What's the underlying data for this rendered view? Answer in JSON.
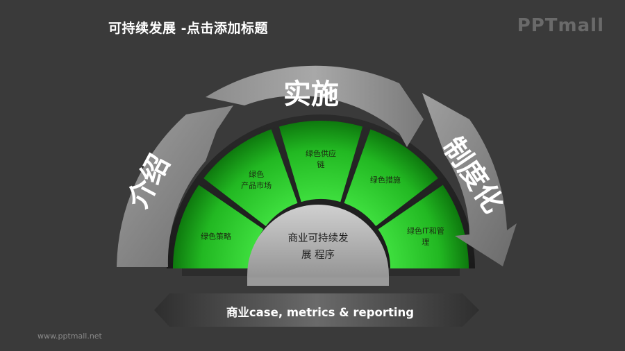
{
  "header": {
    "title": "可持续发展 -点击添加标题",
    "brand": "PPTmall"
  },
  "footer": {
    "url": "www.pptmall.net"
  },
  "diagram": {
    "hub_lines": [
      "商业可持续发",
      "展 程序"
    ],
    "segments": [
      {
        "lines": [
          "绿色策略"
        ]
      },
      {
        "lines": [
          "绿色",
          "产品市场"
        ]
      },
      {
        "lines": [
          "绿色供应",
          "链"
        ]
      },
      {
        "lines": [
          "绿色措施"
        ]
      },
      {
        "lines": [
          "绿色IT和管",
          "理"
        ]
      }
    ],
    "arrows": [
      {
        "label": "介绍"
      },
      {
        "label": "实施"
      },
      {
        "label": "制度化"
      }
    ],
    "banner": "商业case, metrics & reporting"
  },
  "colors": {
    "background": "#3a3a3a",
    "segment_green": "#1fb21f",
    "arrow_gray": "#8a8a8a",
    "hub_gray": "#a6a6a6"
  }
}
